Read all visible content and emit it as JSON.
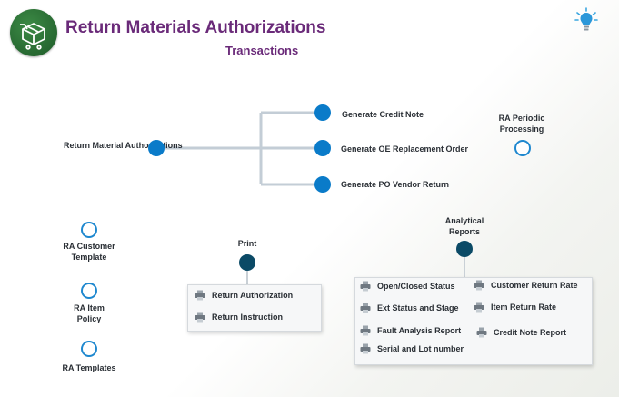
{
  "header": {
    "title": "Return Materials Authorizations",
    "subtitle": "Transactions"
  },
  "icons": {
    "logo": "box-cart-icon",
    "help": "lightbulb-icon",
    "report": "printer-icon"
  },
  "colors": {
    "title": "#6a2a79",
    "node_fill": "#0a7bc9",
    "node_dark": "#0b4a66",
    "logo_green": "#2a6d34"
  },
  "flow": {
    "source": "Return Material Authorizations",
    "targets": [
      "Generate Credit Note",
      "Generate OE Replacement Order",
      "Generate PO Vendor Return"
    ],
    "periodic": "RA Periodic Processing"
  },
  "setup": [
    "RA Customer Template",
    "RA Item Policy",
    "RA Templates"
  ],
  "print": {
    "label": "Print",
    "items": [
      "Return Authorization",
      "Return Instruction"
    ]
  },
  "analytical": {
    "label": "Analytical Reports",
    "left": [
      "Open/Closed Status",
      "Ext Status and Stage",
      "Fault Analysis Report",
      "Serial and Lot number"
    ],
    "right": [
      "Customer Return Rate",
      "Item Return Rate",
      "Credit Note Report"
    ]
  }
}
